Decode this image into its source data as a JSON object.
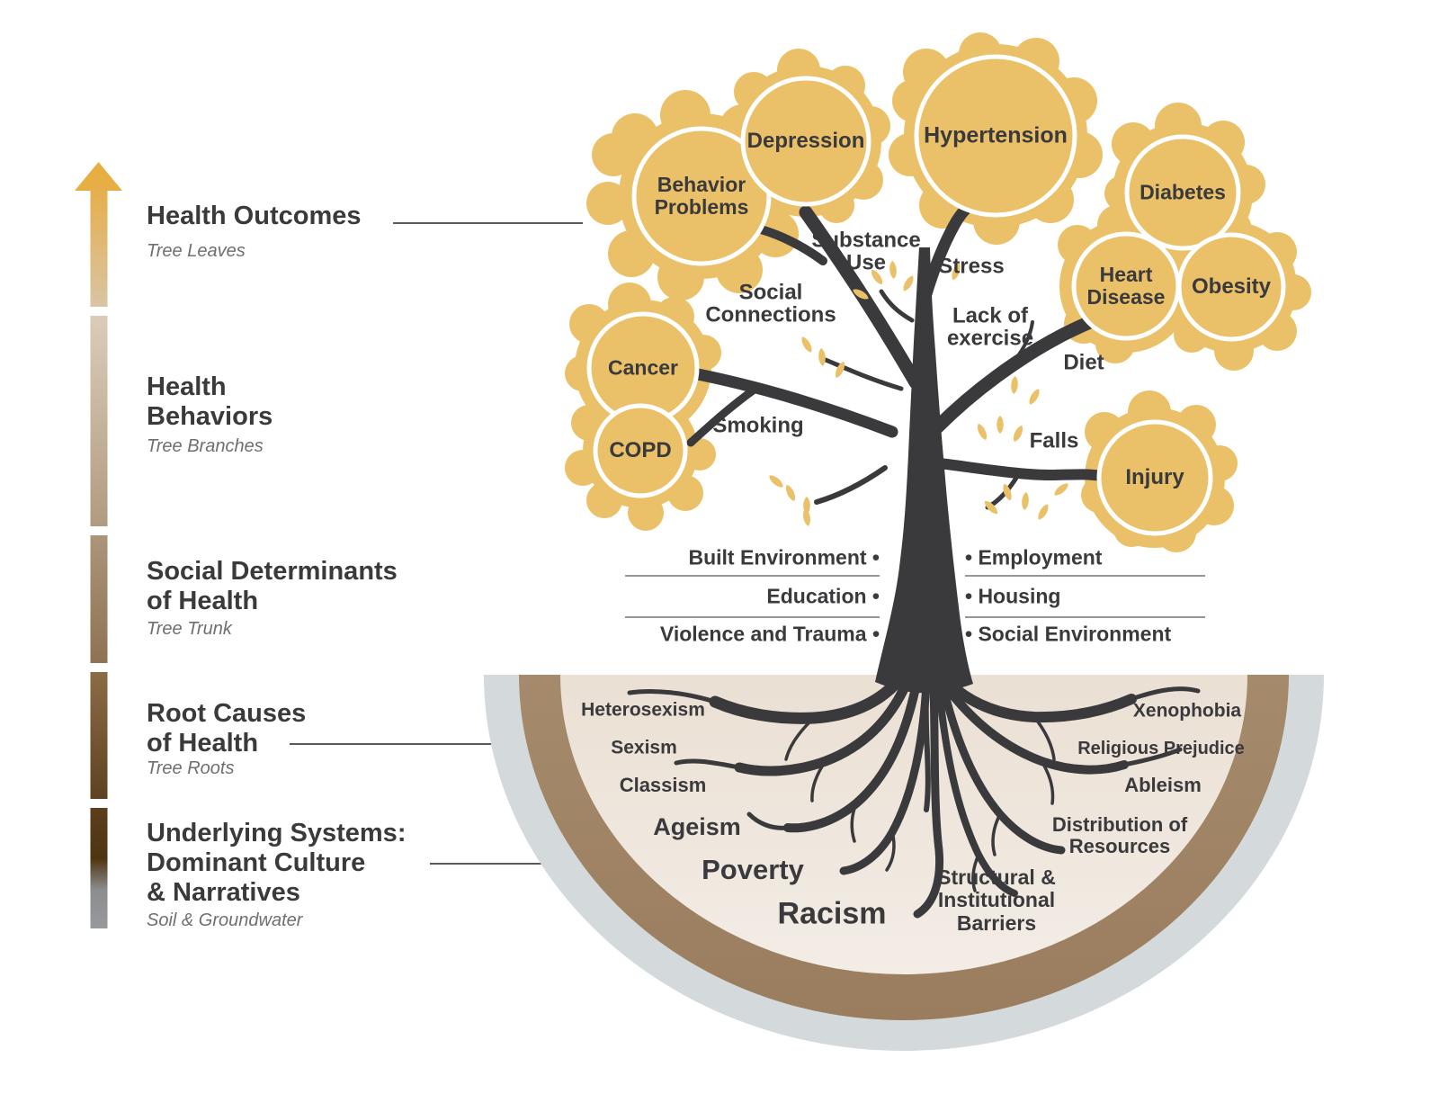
{
  "palette": {
    "gold": "#EAC168",
    "charcoal": "#3A393C",
    "soil_tan": "#E9DCCC",
    "soil_brown": "#A78C6E",
    "soil_gray": "#D4DADC",
    "text_dark": "#3A393C",
    "text_gray": "#6F6E71"
  },
  "legend": {
    "items": [
      {
        "title": "Health Outcomes",
        "subtitle": "Tree Leaves"
      },
      {
        "title": "Health\nBehaviors",
        "subtitle": "Tree Branches"
      },
      {
        "title": "Social Determinants\nof Health",
        "subtitle": "Tree Trunk"
      },
      {
        "title": "Root Causes\nof Health",
        "subtitle": "Tree Roots"
      },
      {
        "title": "Underlying Systems:\nDominant Culture\n& Narratives",
        "subtitle": "Soil & Groundwater"
      }
    ]
  },
  "outcomes": {
    "nodes": [
      {
        "label": "Behavior\nProblems"
      },
      {
        "label": "Depression"
      },
      {
        "label": "Hypertension"
      },
      {
        "label": "Diabetes"
      },
      {
        "label": "Heart\nDisease"
      },
      {
        "label": "Obesity"
      },
      {
        "label": "Cancer"
      },
      {
        "label": "COPD"
      },
      {
        "label": "Injury"
      }
    ]
  },
  "behaviors": {
    "labels": [
      {
        "label": "Substance\nUse"
      },
      {
        "label": "Stress"
      },
      {
        "label": "Social\nConnections"
      },
      {
        "label": "Lack of\nexercise"
      },
      {
        "label": "Diet"
      },
      {
        "label": "Smoking"
      },
      {
        "label": "Falls"
      }
    ]
  },
  "determinants": {
    "left": [
      {
        "label": "Built Environment •"
      },
      {
        "label": "Education •"
      },
      {
        "label": "Violence and Trauma •"
      }
    ],
    "right": [
      {
        "label": "• Employment"
      },
      {
        "label": "• Housing"
      },
      {
        "label": "• Social Environment"
      }
    ]
  },
  "root_causes": {
    "left": [
      {
        "label": "Heterosexism"
      },
      {
        "label": "Sexism"
      },
      {
        "label": "Classism"
      },
      {
        "label": "Ageism"
      },
      {
        "label": "Poverty"
      },
      {
        "label": "Racism"
      }
    ],
    "right": [
      {
        "label": "Xenophobia"
      },
      {
        "label": "Religious Prejudice"
      },
      {
        "label": "Ableism"
      },
      {
        "label": "Distribution of\nResources"
      },
      {
        "label": "Structural &\nInstitutional\nBarriers"
      }
    ]
  }
}
